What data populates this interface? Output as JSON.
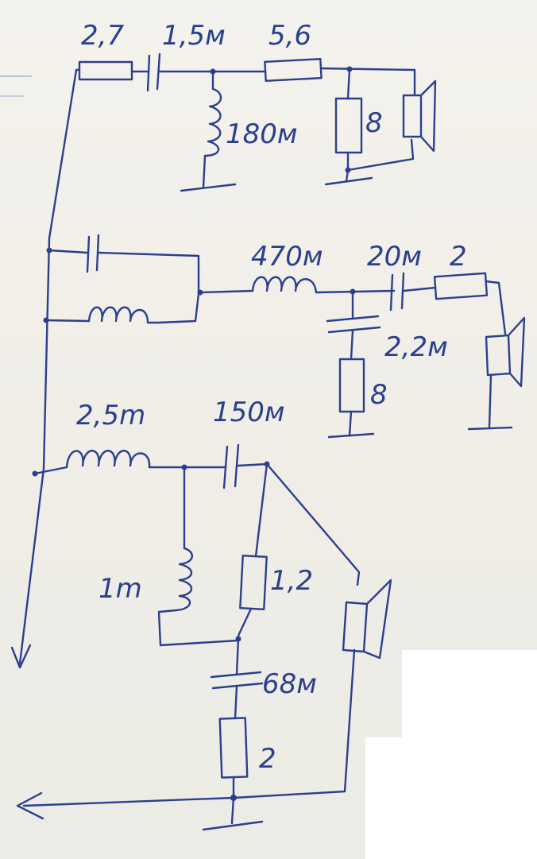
{
  "diagram": {
    "colors": {
      "ink": "#2b3f8f",
      "paper": "#f4f2ec"
    },
    "tweeter_section": {
      "r_series_label": "2,7",
      "c_series_label": "1,5м",
      "l_shunt_label": "180м",
      "r_series2_label": "5,6",
      "r_load_label": "8"
    },
    "mid_section": {
      "l_series_label": "470м",
      "c_series_label": "20м",
      "r_series_label": "2",
      "c_shunt_label": "2,2м",
      "r_shunt_label": "8"
    },
    "bass_section": {
      "l_series_label": "2,5m",
      "c_series_label": "150м",
      "l_shunt_label": "1m",
      "r_shunt_label": "1,2",
      "c_zobel_label": "68м",
      "r_zobel_label": "2"
    }
  }
}
